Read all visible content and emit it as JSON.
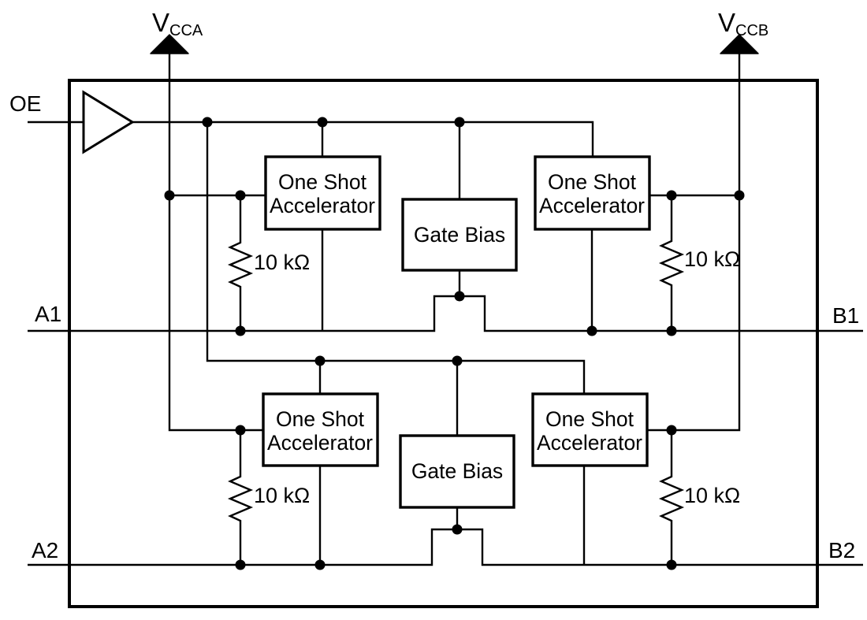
{
  "diagram": {
    "power": {
      "vcca": {
        "symbol": "V",
        "subscript": "CCA"
      },
      "vccb": {
        "symbol": "V",
        "subscript": "CCB"
      }
    },
    "ports": {
      "oe": "OE",
      "a1": "A1",
      "a2": "A2",
      "b1": "B1",
      "b2": "B2"
    },
    "blocks": {
      "one_shot_line1": "One Shot",
      "one_shot_line2": "Accelerator",
      "gate_bias": "Gate Bias"
    },
    "resistor_value": "10 kΩ",
    "colors": {
      "line": "#000000",
      "background": "#ffffff"
    }
  }
}
